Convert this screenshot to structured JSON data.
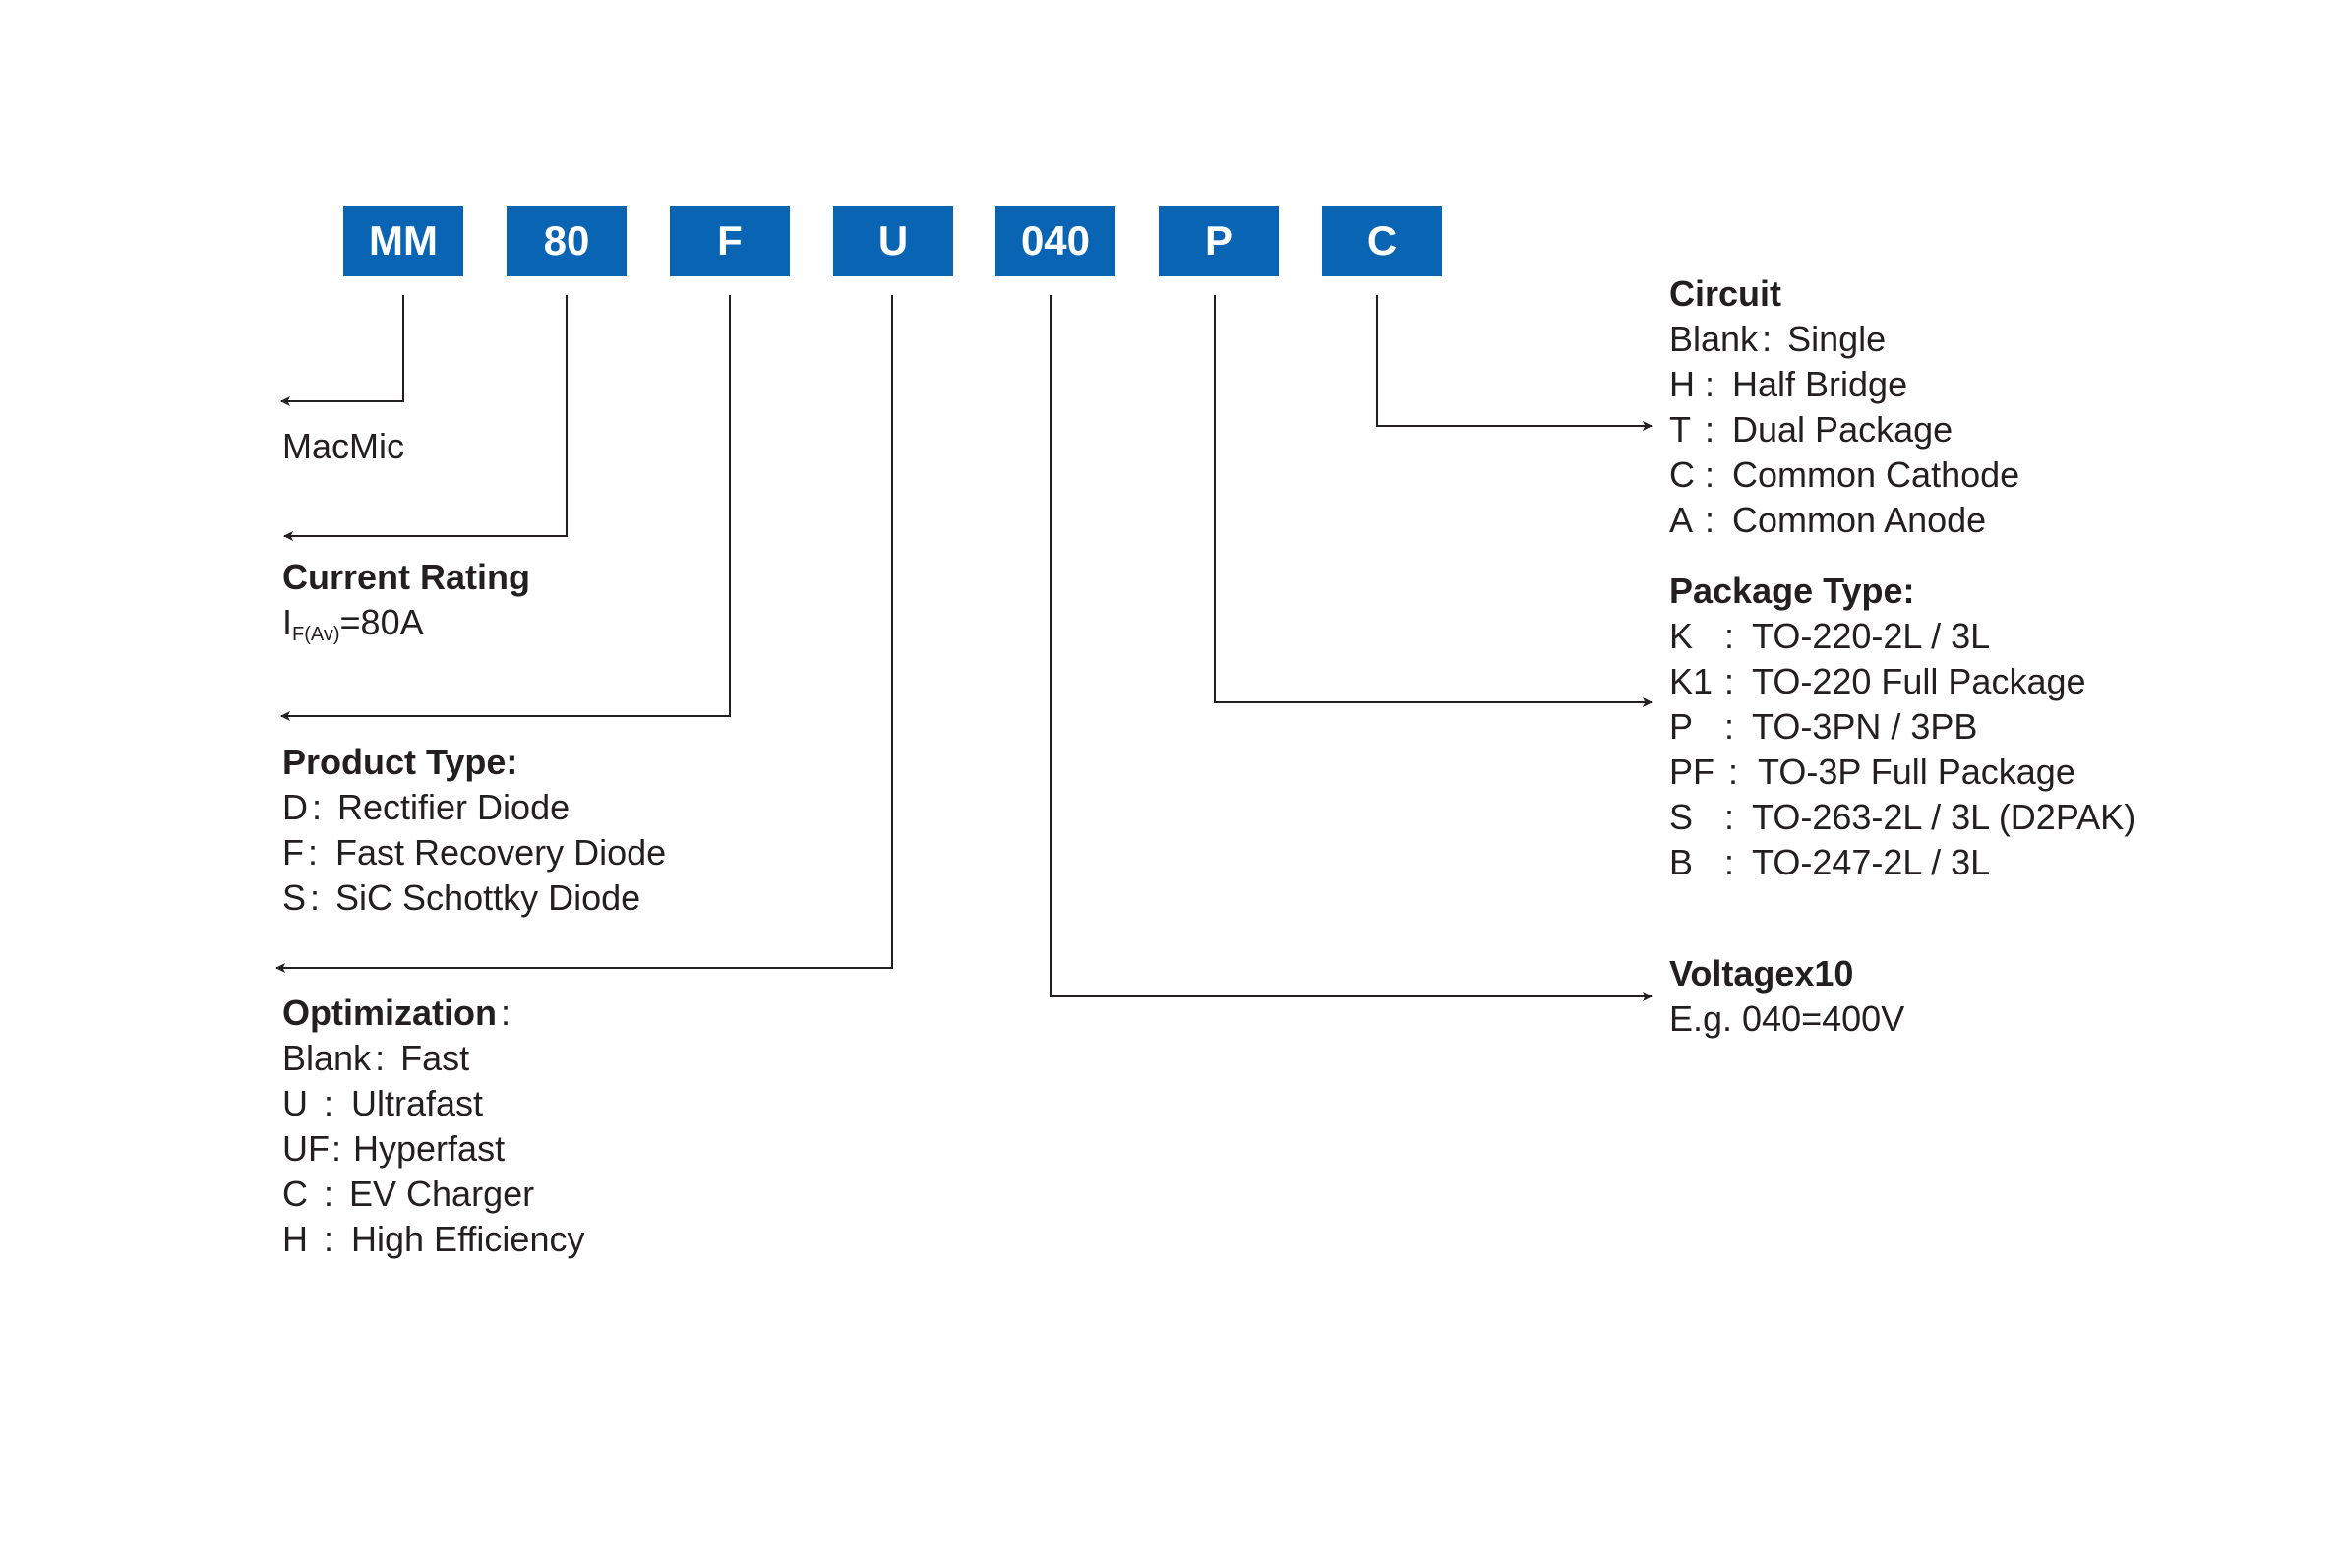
{
  "colors": {
    "box_fill": "#0a64b4",
    "box_text": "#ffffff",
    "text": "#231f20",
    "line": "#231f20"
  },
  "boxes": [
    "MM",
    "80",
    "F",
    "U",
    "040",
    "P",
    "C"
  ],
  "macmic": {
    "label": "MacMic"
  },
  "current_rating": {
    "heading": "Current Rating",
    "symbol": "I",
    "subscript": "F(Av)",
    "value": "=80A"
  },
  "product_type": {
    "heading": "Product Type:",
    "items": [
      {
        "code": "D",
        "sep": ":",
        "text": "Rectifier Diode"
      },
      {
        "code": "F",
        "sep": ":",
        "text": "Fast Recovery Diode"
      },
      {
        "code": "S",
        "sep": ":",
        "text": "SiC Schottky Diode"
      }
    ]
  },
  "optimization": {
    "heading": "Optimization",
    "heading_suffix": ":",
    "items": [
      {
        "code": "Blank",
        "sep": ":",
        "text": "Fast"
      },
      {
        "code": "U",
        "sep": ":",
        "text": "Ultrafast"
      },
      {
        "code": "UF",
        "sep": ":",
        "text": "Hyperfast"
      },
      {
        "code": "C",
        "sep": ":",
        "text": "EV Charger"
      },
      {
        "code": "H",
        "sep": ":",
        "text": "High Efficiency"
      }
    ]
  },
  "circuit": {
    "heading": "Circuit",
    "items": [
      {
        "code": "Blank",
        "sep": ":",
        "text": "Single"
      },
      {
        "code": "H",
        "sep": ":",
        "text": "Half Bridge"
      },
      {
        "code": "T",
        "sep": ":",
        "text": "Dual Package"
      },
      {
        "code": "C",
        "sep": ":",
        "text": "Common Cathode"
      },
      {
        "code": "A",
        "sep": ":",
        "text": "Common Anode"
      }
    ]
  },
  "package_type": {
    "heading": "Package Type:",
    "items": [
      {
        "code": "K",
        "sep": ":",
        "text": "TO-220-2L / 3L"
      },
      {
        "code": "K1",
        "sep": ":",
        "text": "TO-220 Full Package"
      },
      {
        "code": "P",
        "sep": ":",
        "text": "TO-3PN / 3PB"
      },
      {
        "code": "PF",
        "sep": ":",
        "text": "TO-3P Full Package"
      },
      {
        "code": "S",
        "sep": ":",
        "text": "TO-263-2L / 3L (D2PAK)"
      },
      {
        "code": "B",
        "sep": ":",
        "text": "TO-247-2L / 3L"
      }
    ]
  },
  "voltage": {
    "heading": "Voltagex10",
    "example": "E.g. 040=400V"
  }
}
